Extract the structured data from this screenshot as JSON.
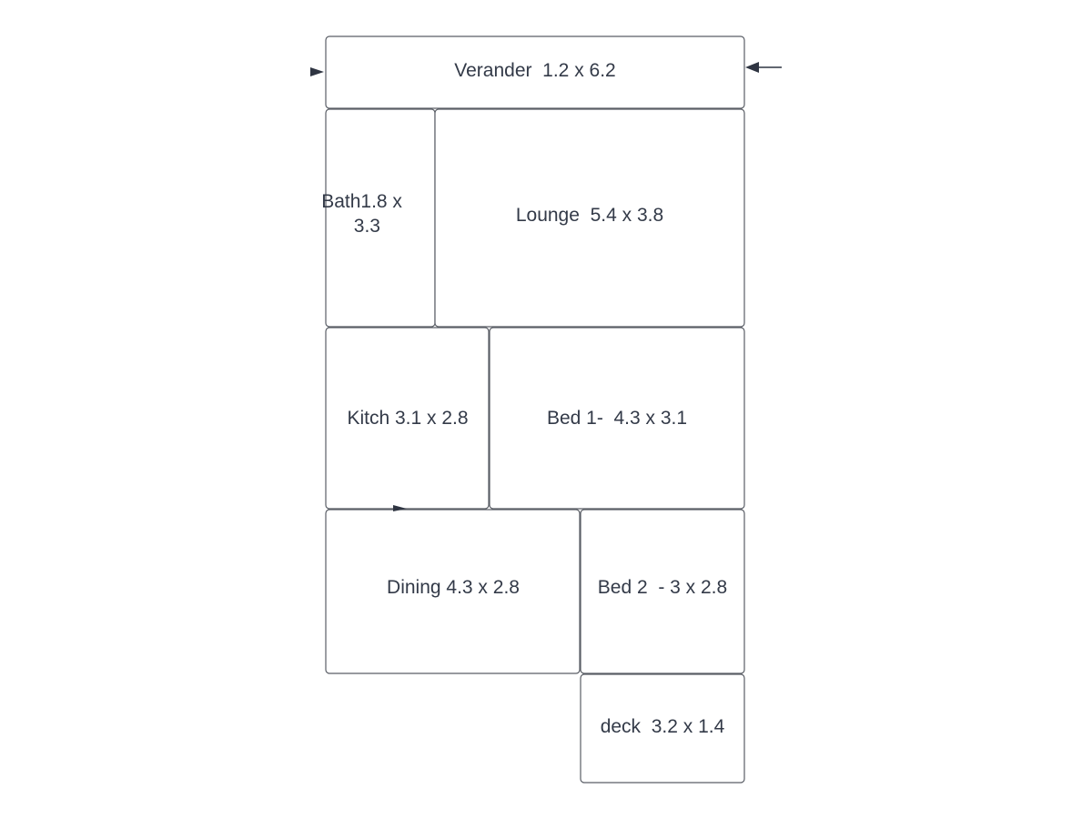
{
  "floor_plan": {
    "rooms": [
      {
        "id": "verander",
        "label": "Verander  1.2 x 6.2"
      },
      {
        "id": "bath",
        "label_lines": [
          "Bath1.8 x",
          "3.3"
        ]
      },
      {
        "id": "lounge",
        "label": "Lounge  5.4 x 3.8"
      },
      {
        "id": "kitch",
        "label": "Kitch 3.1 x 2.8"
      },
      {
        "id": "bed1",
        "label": "Bed 1-  4.3 x 3.1"
      },
      {
        "id": "dining",
        "label": "Dining 4.3 x 2.8"
      },
      {
        "id": "bed2",
        "label": "Bed 2  - 3 x 2.8"
      },
      {
        "id": "deck",
        "label": "deck  3.2 x 1.4"
      }
    ]
  },
  "colors": {
    "outline": "#5a5e66",
    "text": "#333a48",
    "arrow": "#2f3542",
    "background": "#ffffff"
  }
}
